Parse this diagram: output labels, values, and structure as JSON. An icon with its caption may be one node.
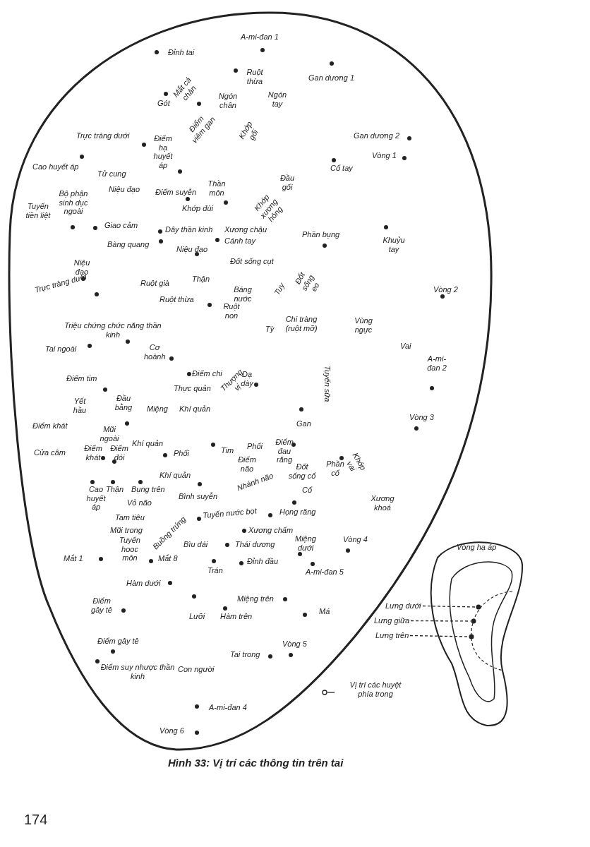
{
  "diagram": {
    "caption": "Hình 33: Vị trí các thông tin trên tai",
    "nodes": [
      {
        "text": [
          "Lưng dưới"
        ]
      },
      {
        "text": [
          "Lưng giữa"
        ]
      },
      {
        "text": [
          "Lưng trên"
        ]
      },
      {
        "text": [],
        "shape": "circle"
      },
      {
        "text": [],
        "shape": "circle"
      },
      {
        "text": [],
        "shape": "circle"
      }
    ],
    "edges": [
      {
        "from": 0,
        "to": 3,
        "arrow": "none",
        "style": "dashed"
      },
      {
        "from": 1,
        "to": 4,
        "arrow": "none",
        "style": "dashed"
      },
      {
        "from": 2,
        "to": 5,
        "arrow": "none",
        "style": "dashed"
      }
    ],
    "labels": [
      "A-mi-đan 1",
      "Đỉnh tai",
      "Ruột thừa",
      "Gan dương 1",
      "Gót",
      "Mắt cá chân",
      "Ngón chân",
      "Ngón tay",
      "Trực tràng dưới",
      "Điểm hạ huyết áp",
      "Điểm viêm gan",
      "Khớp gối",
      "Gan dương 2",
      "Vòng 1",
      "Cao huyết áp",
      "Tử cung",
      "Cổ tay",
      "Đầu gối",
      "Bộ phận sinh dục ngoài",
      "Niệu đạo",
      "Điểm suyễn",
      "Thần môn",
      "Tuyến tiền liệt",
      "Khớp đùi",
      "Khớp xương hông",
      "Giao cảm",
      "Dây thần kinh",
      "Xương chậu",
      "Cánh tay",
      "Phần bụng",
      "Bàng quang",
      "Khuỷu tay",
      "Niệu đạo",
      "Đốt sống cụt",
      "Niệu đạo",
      "Thận",
      "Ruột già",
      "Báng nước",
      "Ruột thừa",
      "Tuy",
      "Đốt sống eo",
      "Vòng 2",
      "Trực tràng dưới",
      "Ruột non",
      "Vùng ngực",
      "Tỳ",
      "Triệu chứng chức năng thần kinh",
      "Tai ngoài",
      "Cơ hoành",
      "Vai",
      "Chi tràng (ruột mỡ)",
      "Tuyến sữa",
      "A-mi-đan 2",
      "Điểm chi",
      "Điểm tim",
      "Thực quản",
      "Dạ dày",
      "Thượng vị",
      "Yết hầu",
      "Đầu bằng",
      "Miệng",
      "Khí quản",
      "Vòng 3",
      "Gan",
      "Mũi ngoài",
      "Điểm khát",
      "Khí quản",
      "Phổi",
      "Tim",
      "Phổi",
      "Điểm đau răng",
      "Khớp vai",
      "Cửa câm",
      "Điểm khát",
      "Điểm đói",
      "Điểm não",
      "Đốt sống cổ",
      "Phần cổ",
      "Khí quản",
      "Cao huyết áp",
      "Thận",
      "Bụng trên",
      "Vỏ não",
      "Bình suyễn",
      "Nhánh não",
      "Cổ",
      "Xương khoá",
      "Tam tiêu",
      "Tuyến nước bọt",
      "Họng răng",
      "Mũi trong",
      "Buồng trứng",
      "Xương chẩm",
      "Tuyến hooc môn",
      "Miệng dưới",
      "Vòng 4",
      "Bìu dái",
      "Thái dương",
      "Mắt 1",
      "Mắt 8",
      "Đỉnh đầu",
      "Trán",
      "A-mi-đan 5",
      "Hàm dưới",
      "Vòng hạ áp",
      "Miệng trên",
      "Điểm gây tê",
      "Lưỡi",
      "Hàm trên",
      "Má",
      "Điểm gây tê",
      "Vòng 5",
      "Tai trong",
      "Điểm suy nhược thần kinh",
      "Con người",
      "A-mi-đan 4",
      "Vòng 6",
      "174"
    ],
    "legend": [
      {
        "text": "Vị trí các huyệt phía trong"
      }
    ]
  }
}
